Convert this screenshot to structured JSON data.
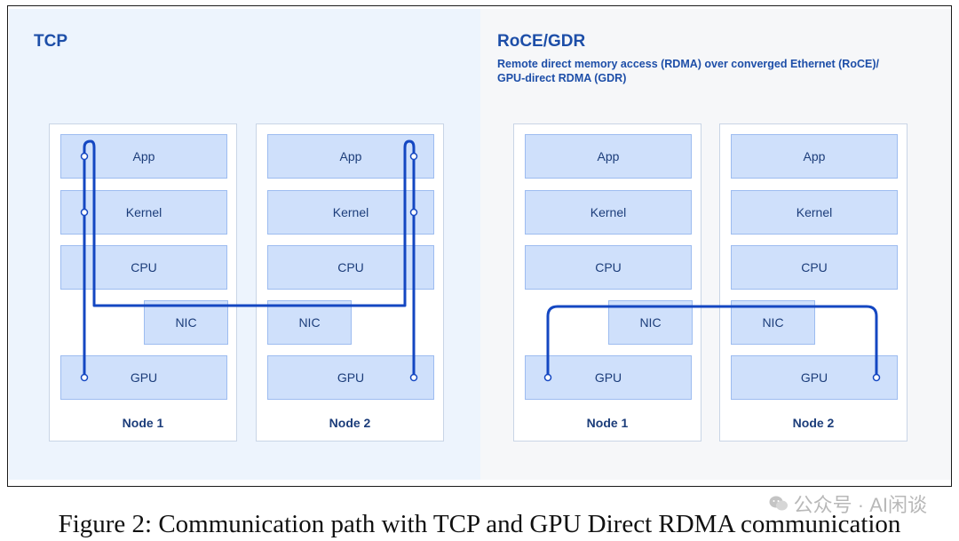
{
  "panels": {
    "tcp": {
      "title": "TCP"
    },
    "roce": {
      "title": "RoCE/GDR",
      "subtitle_line1": "Remote direct memory access (RDMA) over converged Ethernet (RoCE)/",
      "subtitle_line2": "GPU-direct RDMA (GDR)"
    }
  },
  "layers": {
    "app": "App",
    "kernel": "Kernel",
    "cpu": "CPU",
    "nic": "NIC",
    "gpu": "GPU"
  },
  "nodes": {
    "node1": "Node 1",
    "node2": "Node 2"
  },
  "colors": {
    "path": "#1447c2",
    "box_fill": "#cfe0fb",
    "title": "#1d4ea8"
  },
  "caption": "Figure 2: Communication path with TCP and GPU Direct RDMA communication",
  "watermark": "公众号 · AI闲谈"
}
